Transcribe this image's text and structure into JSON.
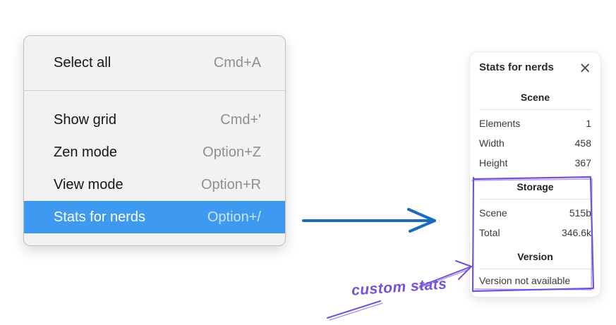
{
  "colors": {
    "menu_bg": "#f2f2f3",
    "menu_border": "#bfbfc2",
    "menu_divider": "#cfcfd1",
    "menu_text": "#161616",
    "menu_shortcut": "#8e8e93",
    "highlight_bg": "#3d9af0",
    "highlight_text": "#ffffff",
    "highlight_shortcut": "#cbe4fb",
    "arrow_blue": "#1b6abd",
    "annotation_violet": "#7551d8",
    "panel_border": "#e9e9ed",
    "panel_hr": "#dde0e4",
    "panel_text": "#3a3a3e"
  },
  "context_menu": {
    "items": [
      {
        "label": "Select all",
        "shortcut": "Cmd+A",
        "highlighted": false
      },
      {
        "label": "Show grid",
        "shortcut": "Cmd+'",
        "highlighted": false
      },
      {
        "label": "Zen mode",
        "shortcut": "Option+Z",
        "highlighted": false
      },
      {
        "label": "View mode",
        "shortcut": "Option+R",
        "highlighted": false
      },
      {
        "label": "Stats for nerds",
        "shortcut": "Option+/",
        "highlighted": true
      }
    ]
  },
  "stats_panel": {
    "title": "Stats for nerds",
    "close_icon": "×",
    "sections": [
      {
        "header": "Scene",
        "rows": [
          {
            "label": "Elements",
            "value": "1"
          },
          {
            "label": "Width",
            "value": "458"
          },
          {
            "label": "Height",
            "value": "367"
          }
        ]
      },
      {
        "header": "Storage",
        "rows": [
          {
            "label": "Scene",
            "value": "515b"
          },
          {
            "label": "Total",
            "value": "346.6k"
          }
        ]
      },
      {
        "header": "Version",
        "note": "Version not available"
      }
    ]
  },
  "annotation": {
    "text": "custom stats"
  }
}
